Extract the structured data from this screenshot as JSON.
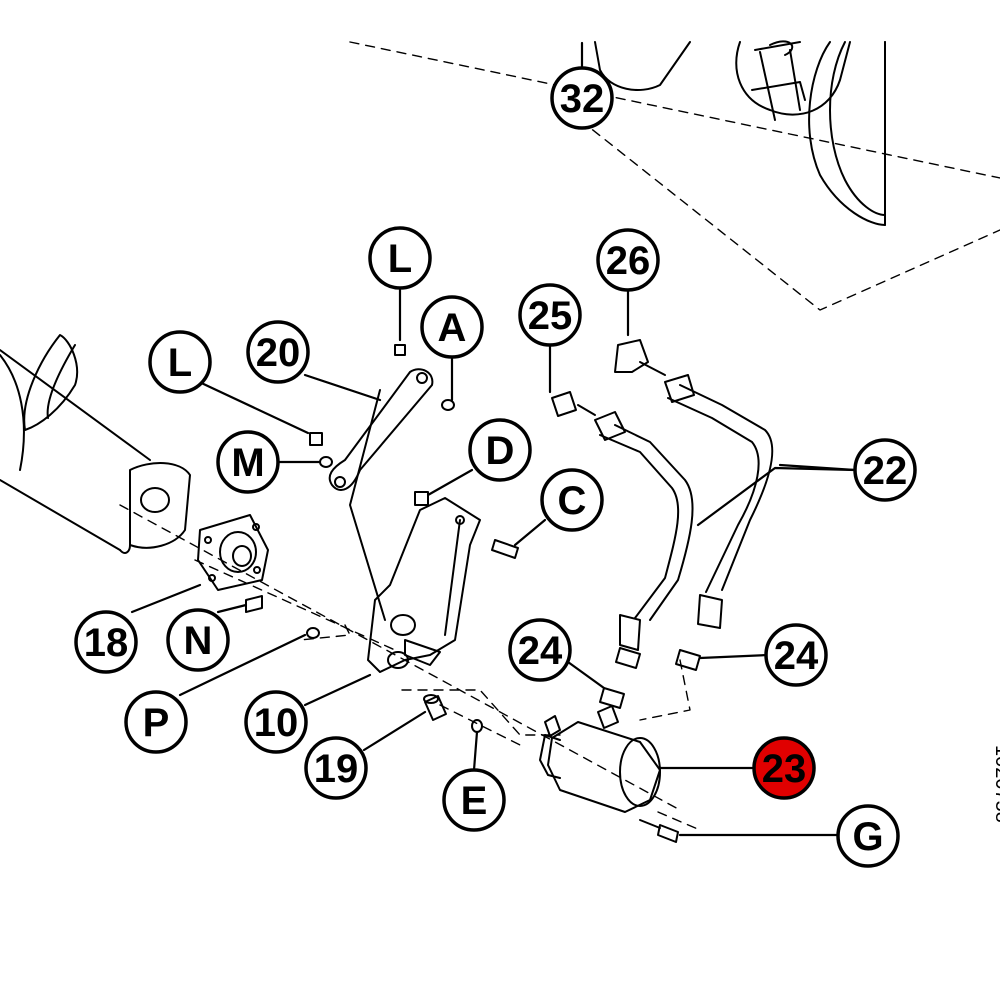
{
  "diagram": {
    "doc_number": "1020758",
    "highlight_color": "#e00000",
    "callouts": {
      "c32": "32",
      "c26": "26",
      "c25": "25",
      "c22": "22",
      "cL1": "L",
      "cA": "A",
      "c20": "20",
      "cL2": "L",
      "cM": "M",
      "cD": "D",
      "cC": "C",
      "c18": "18",
      "cN": "N",
      "cP": "P",
      "c10": "10",
      "c19": "19",
      "cE": "E",
      "c24a": "24",
      "c24b": "24",
      "c23": "23",
      "cG": "G"
    }
  }
}
